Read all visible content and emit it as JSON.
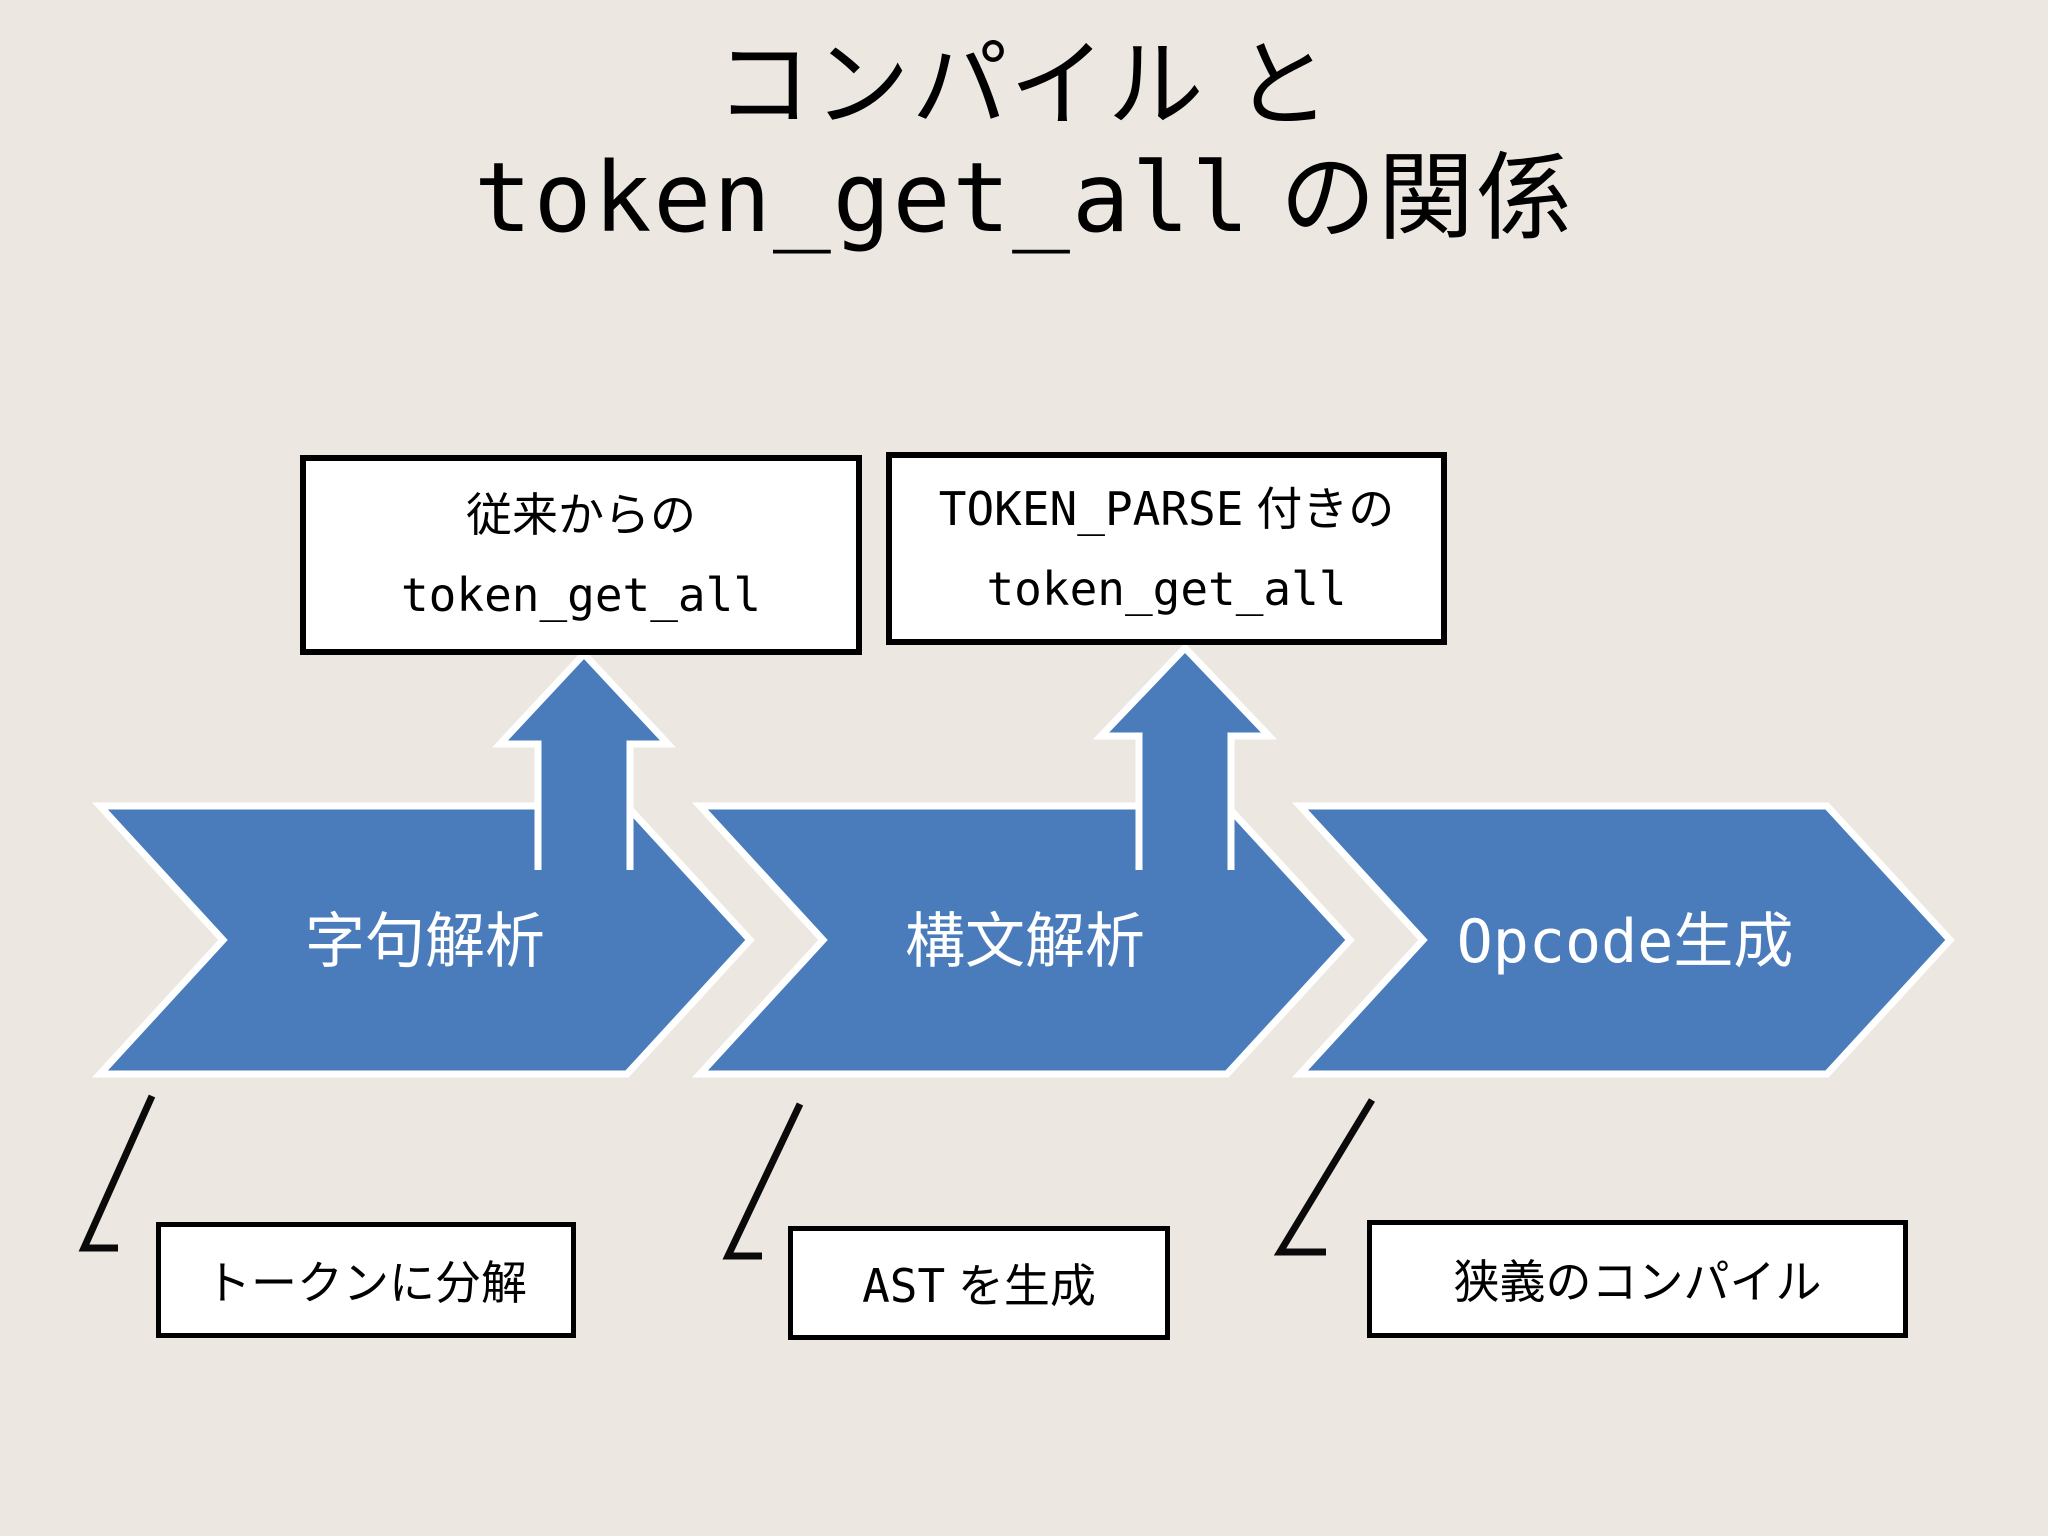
{
  "slide": {
    "title": {
      "line1": "コンパイル と",
      "line2_code": "token_get_all",
      "line2_rest": " の関係"
    },
    "colors": {
      "background": "#ECE7E0",
      "shape_blue": "#4A7CBC",
      "outline_white": "#FFFFFF",
      "line_black": "#0A0A0A"
    },
    "top_boxes": [
      {
        "line1_code": "",
        "line1_rest": "従来からの",
        "line2_code": "token_get_all"
      },
      {
        "line1_code": "TOKEN_PARSE",
        "line1_rest": " 付きの",
        "line2_code": "token_get_all"
      }
    ],
    "stages": [
      {
        "label_code": "",
        "label_rest": "字句解析"
      },
      {
        "label_code": "",
        "label_rest": "構文解析"
      },
      {
        "label_code": "Opcode",
        "label_rest": "生成"
      }
    ],
    "notes": [
      {
        "code": "",
        "text": "トークンに分解"
      },
      {
        "code": "AST",
        "text": " を生成"
      },
      {
        "code": "",
        "text": "狭義のコンパイル"
      }
    ]
  }
}
